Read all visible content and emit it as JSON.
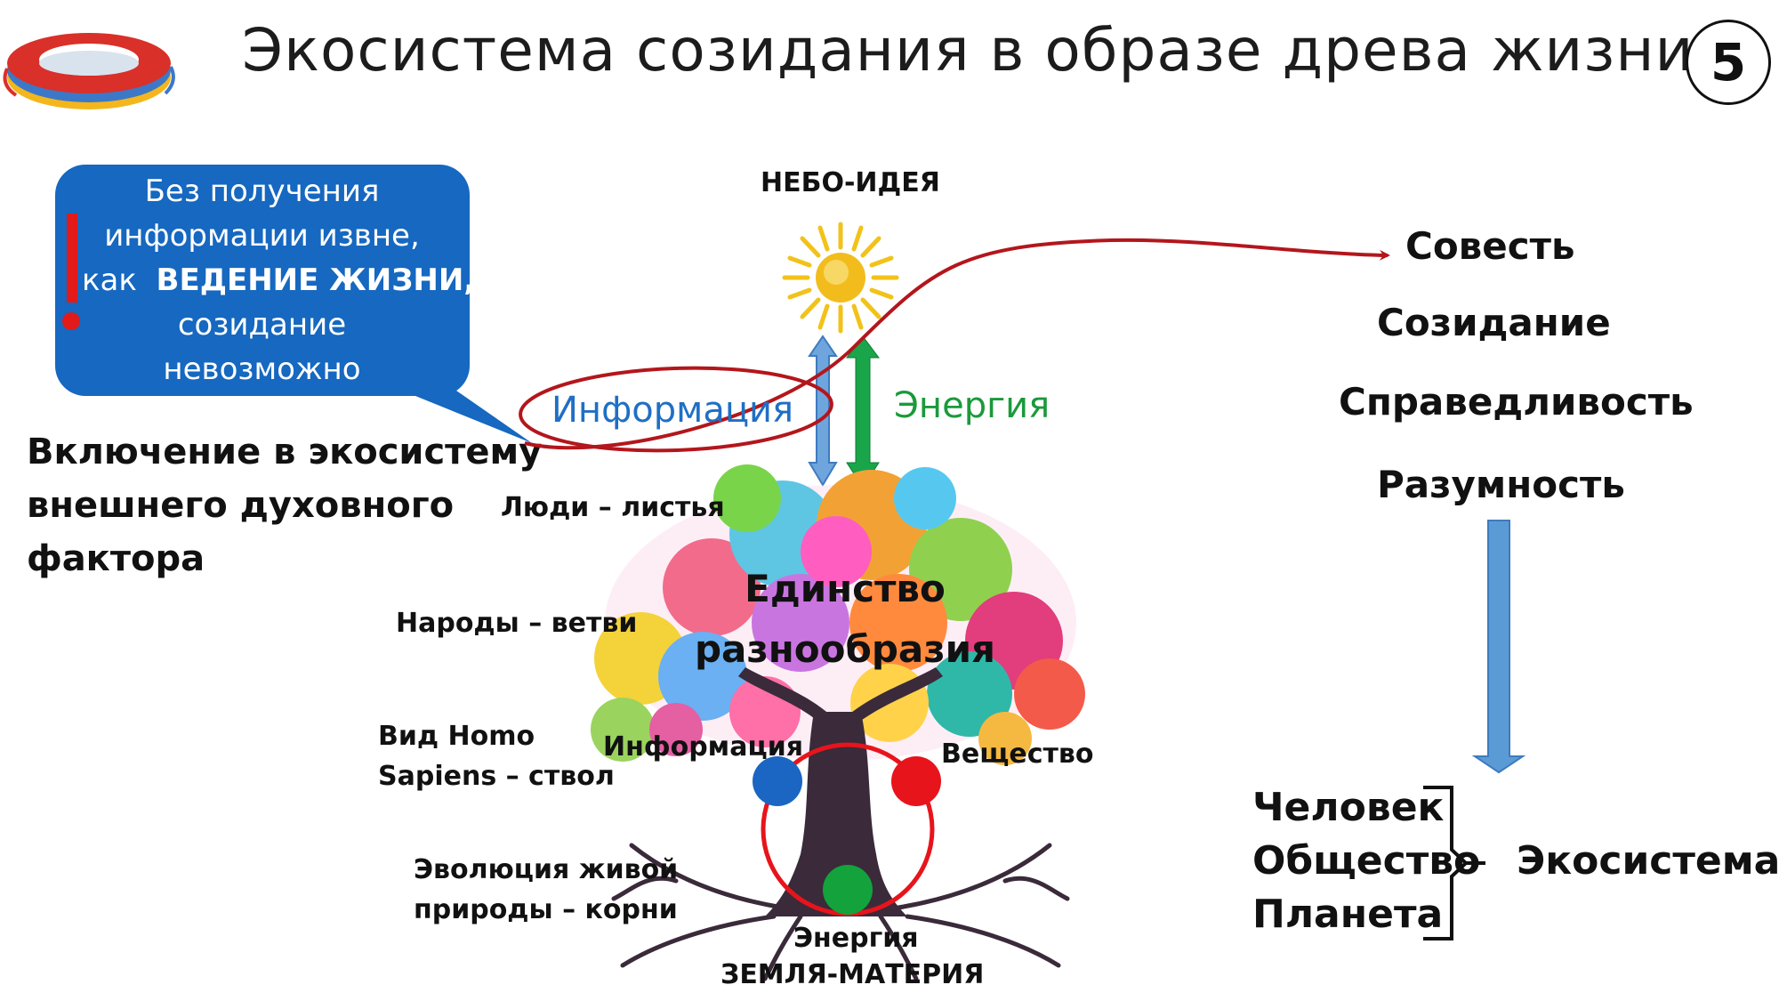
{
  "title": "Экосистема созидания в образе древа жизни",
  "slide_number": "5",
  "logo": {
    "icon": "torus-logo-icon"
  },
  "bubble": {
    "lines": [
      "Без получения",
      "информации извне,",
      "как",
      "ВЕДЕНИЕ ЖИЗНИ,",
      "созидание",
      "невозможно"
    ]
  },
  "left_heading": [
    "Включение в  экосистему",
    "внешнего духовного",
    "фактора"
  ],
  "sky_label": "НЕБО-ИДЕЯ",
  "information_label": "Информация",
  "energy_label": "Энергия",
  "tree": {
    "center": [
      "Единство",
      "разнообразия"
    ],
    "people": "Люди – листья",
    "nations": "Народы – ветви",
    "species": [
      "Вид Homo",
      "Sapiens – ствол"
    ],
    "evolution": [
      "Эволюция живой",
      "природы – корни"
    ],
    "cycle_information": "Информация",
    "cycle_substance": "Вещество",
    "cycle_energy": "Энергия",
    "earth": "ЗЕМЛЯ-МАТЕРИЯ"
  },
  "values": [
    "Совесть",
    "Созидание",
    "Справедливость",
    "Разумность"
  ],
  "brace_items": [
    "Человек",
    "Общество",
    "Планета"
  ],
  "result": "Экосистема+",
  "colors": {
    "bubble": "#1668c0",
    "information_text": "#1f6fc4",
    "energy_text": "#1a9a3a",
    "curve_arrow": "#b3161c",
    "down_arrow": "#5b9bd5",
    "blue_dot": "#1a66c2",
    "red_dot": "#e8141b",
    "green_dot": "#13a23c"
  }
}
